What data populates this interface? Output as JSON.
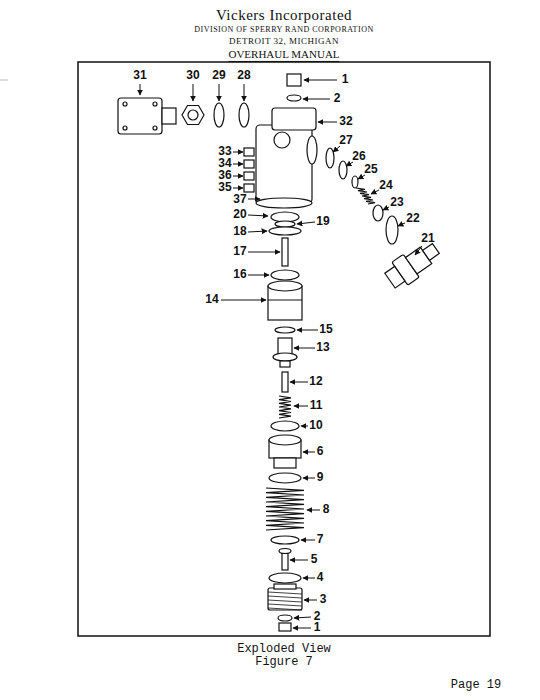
{
  "diagram": {
    "title": "Vickers Incorporated",
    "caption": "Exploded View Figure 7",
    "labels": [
      "DIVISION OF SPERRY RAND CORPORATION",
      "DETROIT 32, MICHIGAN",
      "OVERHAUL MANUAL",
      "31",
      "30",
      "29",
      "28",
      "1",
      "2",
      "32",
      "33",
      "34",
      "36",
      "35",
      "27",
      "26",
      "25",
      "24",
      "23",
      "37",
      "22",
      "21",
      "20",
      "19",
      "18",
      "17",
      "16",
      "14",
      "15",
      "13",
      "12",
      "11",
      "10",
      "6",
      "9",
      "8",
      "7",
      "5",
      "4",
      "3",
      "2",
      "1",
      "Page 19"
    ]
  }
}
